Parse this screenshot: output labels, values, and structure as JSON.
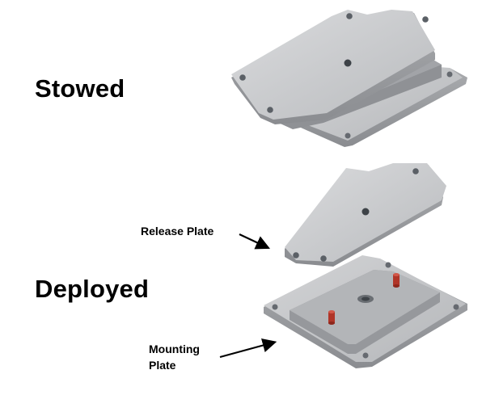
{
  "labels": {
    "stowed": "Stowed",
    "deployed": "Deployed",
    "release_plate": "Release Plate",
    "mounting_plate_line1": "Mounting",
    "mounting_plate_line2": "Plate"
  },
  "colors": {
    "plate_top": "#c9cacc",
    "plate_side": "#9c9ea1",
    "hole": "#555a60",
    "screw": "#c0392b",
    "arrow": "#000000"
  },
  "icons": {
    "arrow": "arrow-icon"
  }
}
